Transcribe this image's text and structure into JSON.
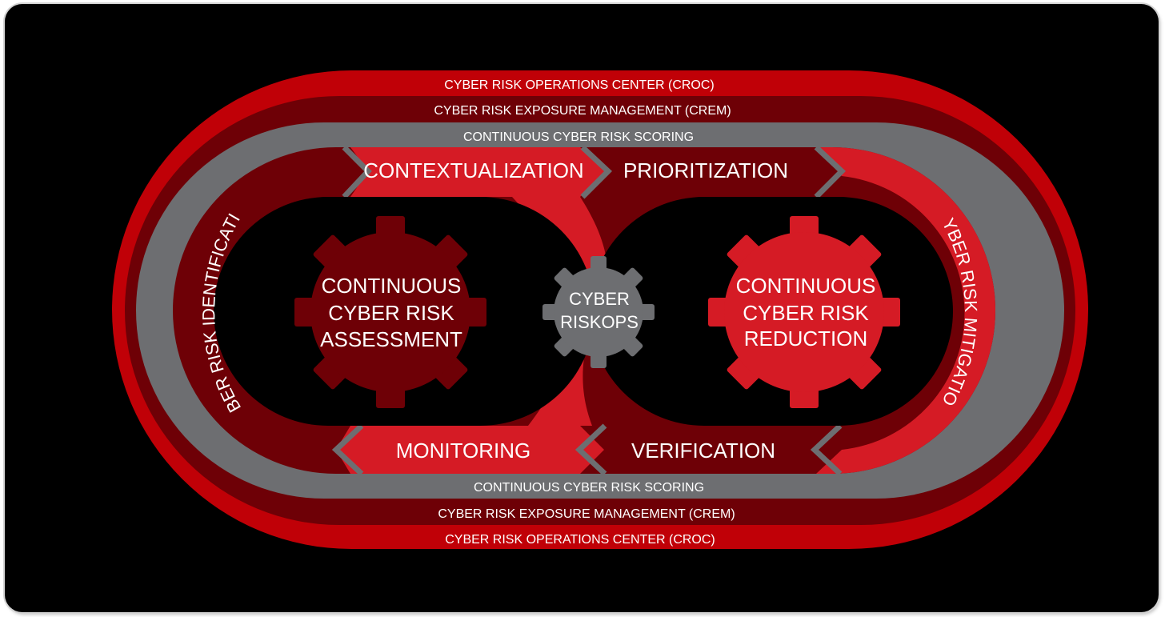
{
  "rings": {
    "croc_top": "CYBER RISK OPERATIONS CENTER (CROC)",
    "crem_top": "CYBER RISK EXPOSURE MANAGEMENT (CREM)",
    "scoring_top": "CONTINUOUS CYBER RISK SCORING",
    "scoring_bottom": "CONTINUOUS CYBER RISK SCORING",
    "crem_bottom": "CYBER RISK EXPOSURE MANAGEMENT (CREM)",
    "croc_bottom": "CYBER RISK OPERATIONS CENTER (CROC)"
  },
  "stages": {
    "contextualization": "CONTEXTUALIZATION",
    "prioritization": "PRIORITIZATION",
    "monitoring": "MONITORING",
    "verification": "VERIFICATION",
    "identification": "CYBER RISK IDENTIFICATION",
    "mitigation": "CYBER RISK MITIGATION"
  },
  "gears": {
    "left": [
      "CONTINUOUS",
      "CYBER RISK",
      "ASSESSMENT"
    ],
    "center": [
      "CYBER",
      "RISKOPS"
    ],
    "right": [
      "CONTINUOUS",
      "CYBER RISK",
      "REDUCTION"
    ]
  },
  "colors": {
    "background": "#000000",
    "bright_red": "#d51b25",
    "ring_red": "#c00007",
    "dark_red": "#6e0006",
    "gray": "#6d6e71"
  }
}
